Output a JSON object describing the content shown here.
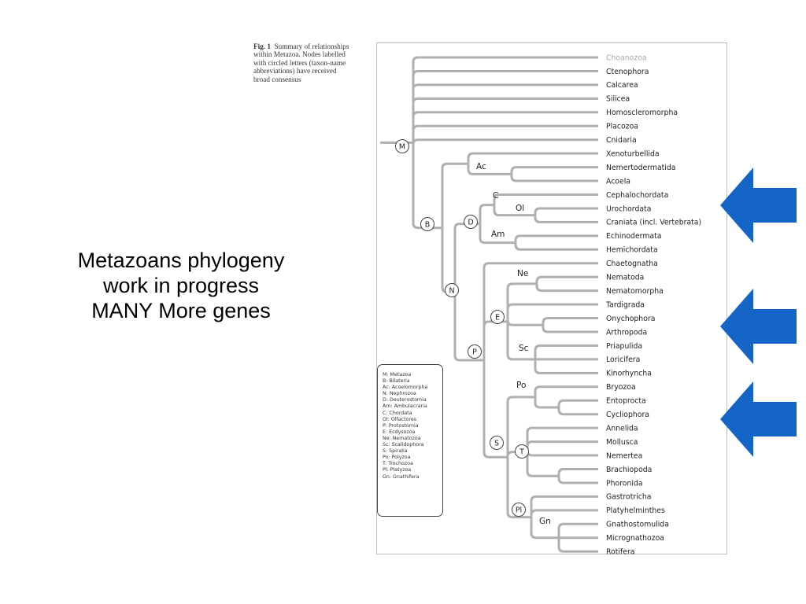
{
  "caption": {
    "fig_label": "Fig. 1",
    "text_lines": [
      "Summary of relationships",
      "within Metazoa. Nodes labelled",
      "with circled letters (taxon-name",
      "abbreviations) have received",
      "broad consensus"
    ]
  },
  "slide_text": {
    "lines": [
      "Metazoans phylogeny",
      "work in progress",
      "MANY More genes"
    ]
  },
  "taxa": [
    "Choanozoa",
    "Ctenophora",
    "Calcarea",
    "Silicea",
    "Homoscleromorpha",
    "Placozoa",
    "Cnidaria",
    "Xenoturbellida",
    "Nemertodermatida",
    "Acoela",
    "Cephalochordata",
    "Urochordata",
    "Craniata (incl. Vertebrata)",
    "Echinodermata",
    "Hemichordata",
    "Chaetognatha",
    "Nematoda",
    "Nematomorpha",
    "Tardigrada",
    "Onychophora",
    "Arthropoda",
    "Priapulida",
    "Loricifera",
    "Kinorhyncha",
    "Bryozoa",
    "Entoprocta",
    "Cycliophora",
    "Annelida",
    "Mollusca",
    "Nemertea",
    "Brachiopoda",
    "Phoronida",
    "Gastrotricha",
    "Platyhelminthes",
    "Gnathostomulida",
    "Micrognathozoa",
    "Rotifera"
  ],
  "circled_nodes": [
    "M",
    "B",
    "D",
    "N",
    "E",
    "P",
    "S",
    "T",
    "Pl"
  ],
  "plain_node_labels": [
    "Ac",
    "C",
    "Ol",
    "Am",
    "Ne",
    "Sc",
    "Po",
    "Gn"
  ],
  "legend": [
    "M: Metazoa",
    "B: Bilateria",
    "Ac: Acoelomorpha",
    "N: Nephrozoa",
    "D: Deuterostomia",
    "Am: Ambulacraria",
    "C: Chordata",
    "Ol: Olfactores",
    "P: Protostomia",
    "E: Ecdysozoa",
    "Ne: Nematozoa",
    "Sc: Scalidophora",
    "S: Spiralia",
    "Po: Polyzoa",
    "T: Trochozoa",
    "Pl: Platyzoa",
    "Gn: Gnathifera"
  ],
  "colors": {
    "arrow": "#1565c6",
    "branch": "#b0b0b0",
    "outgroup_text": "#a8a8a8"
  }
}
